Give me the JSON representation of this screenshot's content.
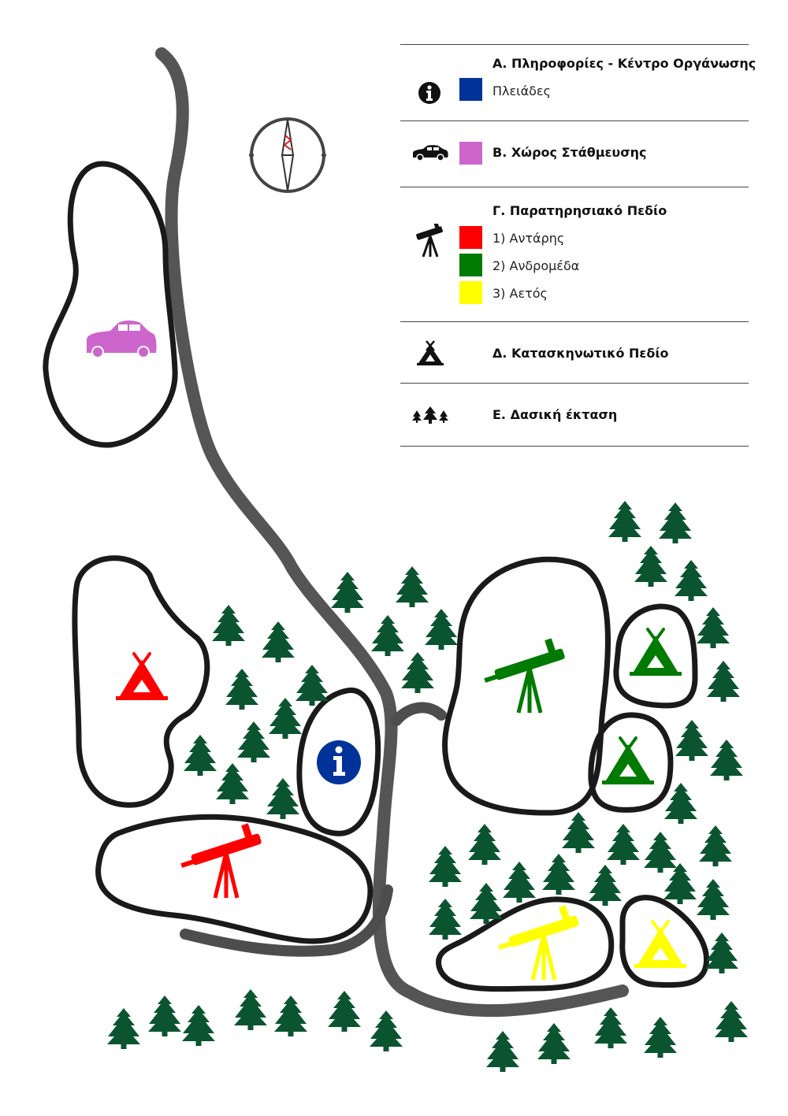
{
  "legend": {
    "info": {
      "title": "Α. Πληροφορίες -  Κέντρο Οργάνωσης",
      "item": "Πλειάδες",
      "color": "#003399",
      "icon": "info-icon"
    },
    "parking": {
      "title": "Β. Χώρος Στάθμευσης",
      "color": "#cc66cc",
      "icon": "car-icon"
    },
    "observation": {
      "title": "Γ. Παρατηρησιακό Πεδίο",
      "icon": "telescope-icon",
      "items": [
        {
          "label": "1) Αντάρης",
          "color": "#ff0000"
        },
        {
          "label": "2) Ανδρομέδα",
          "color": "#007a00"
        },
        {
          "label": "3) Αετός",
          "color": "#ffff00"
        }
      ]
    },
    "camping": {
      "title": "Δ. Κατασκηνωτικό Πεδίο",
      "icon": "tent-icon"
    },
    "forest": {
      "title": "Ε. Δασική έκταση",
      "icon": "trees-icon"
    }
  },
  "map": {
    "compass": "compass-icon",
    "road_color": "#555555",
    "area_outline_color": "#1a1a1a",
    "tree_color": "#0a5530",
    "trail_color": "#4d4d4d"
  }
}
